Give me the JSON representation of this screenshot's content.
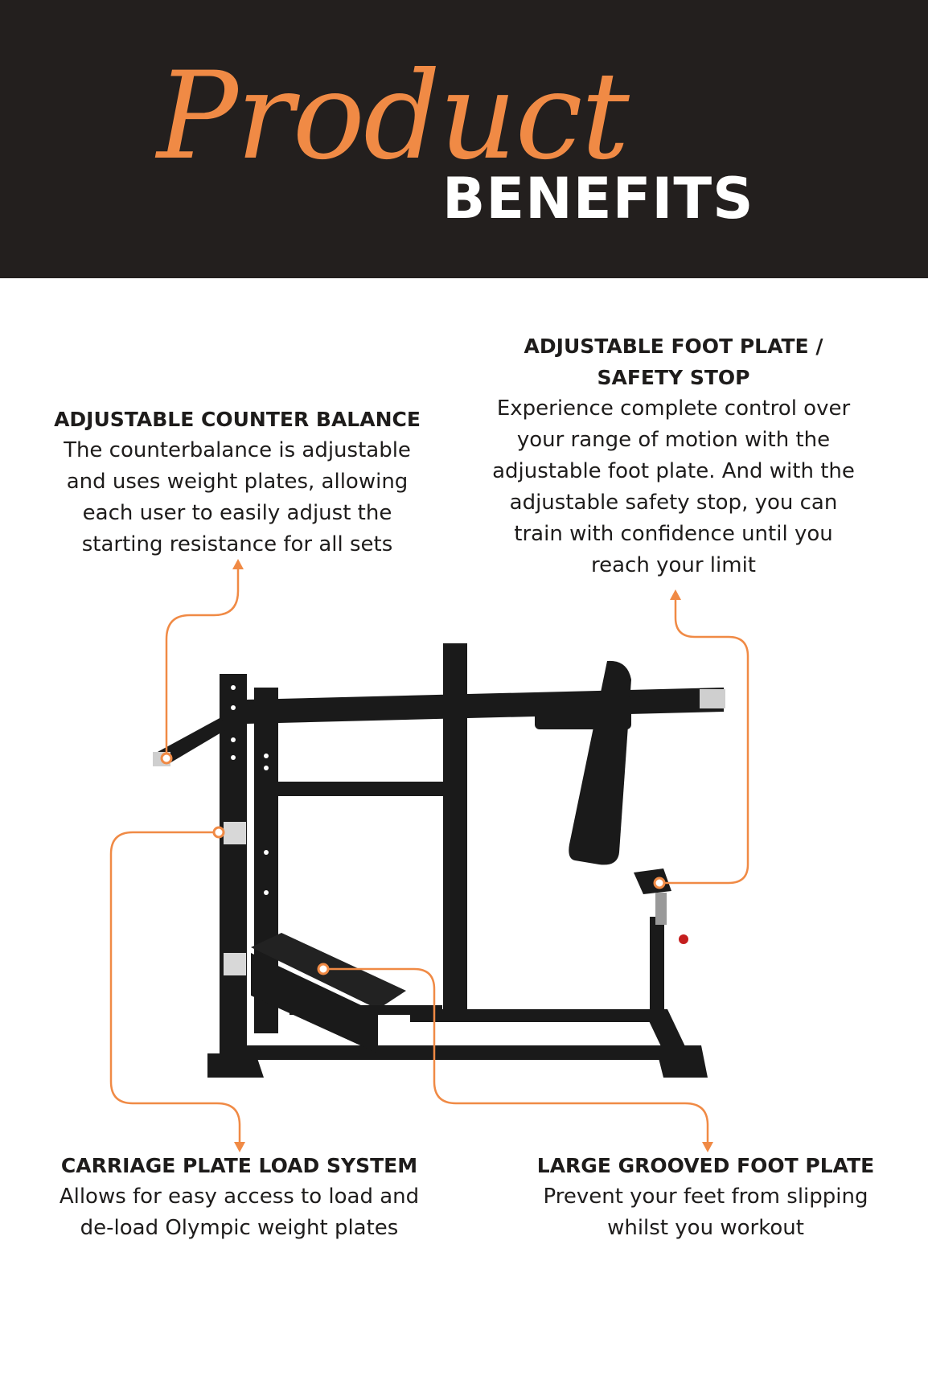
{
  "header": {
    "script_word": "Product",
    "bold_word": "BENEFITS"
  },
  "colors": {
    "accent": "#f08a45",
    "header_bg": "#231f1e",
    "machine": "#1a1a1a"
  },
  "features": [
    {
      "title": "ADJUSTABLE COUNTER BALANCE",
      "lines": [
        "The counterbalance is adjustable",
        "and uses weight plates, allowing",
        "each user to easily adjust the",
        "starting resistance for all sets"
      ]
    },
    {
      "title_lines": [
        "ADJUSTABLE FOOT PLATE /",
        "SAFETY STOP"
      ],
      "lines": [
        "Experience complete control over",
        "your range of motion with the",
        "adjustable foot plate. And with the",
        "adjustable safety stop, you can",
        "train with confidence until you",
        "reach your limit"
      ]
    },
    {
      "title": "CARRIAGE PLATE LOAD SYSTEM",
      "lines": [
        "Allows for easy access to load and",
        "de-load Olympic weight plates"
      ]
    },
    {
      "title": "LARGE GROOVED FOOT PLATE",
      "lines": [
        "Prevent your feet from slipping",
        "whilst you workout"
      ]
    }
  ]
}
